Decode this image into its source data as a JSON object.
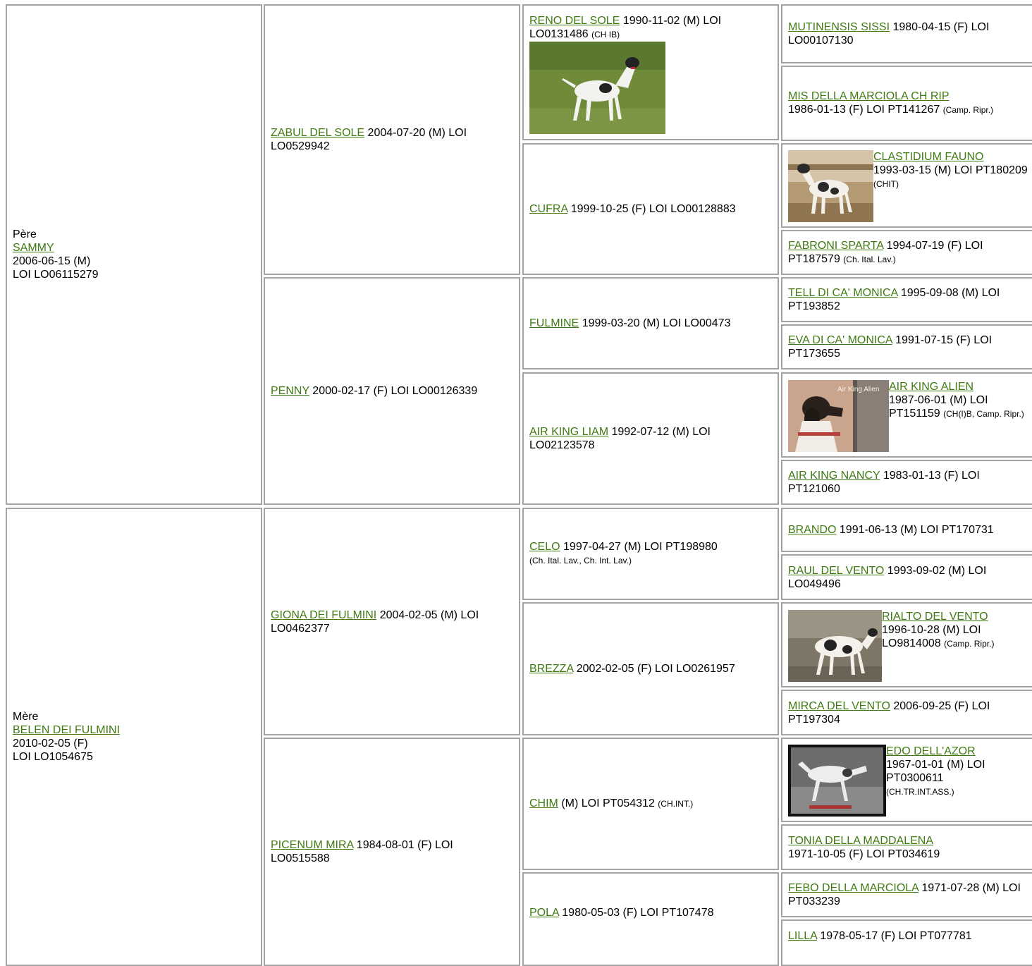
{
  "sire": {
    "role": "Père",
    "name": "SAMMY",
    "date": "2006-06-15 (M)",
    "reg": "LOI LO06115279"
  },
  "dam": {
    "role": "Mère",
    "name": "BELEN DEI FULMINI",
    "date": "2010-02-05 (F)",
    "reg": "LOI LO1054675"
  },
  "gen2": [
    {
      "name": "ZABUL DEL SOLE",
      "info": "2004-07-20 (M) LOI LO0529942"
    },
    {
      "name": "PENNY",
      "info": "2000-02-17 (F) LOI LO00126339"
    },
    {
      "name": "GIONA DEI FULMINI",
      "info": "2004-02-05 (M) LOI LO0462377"
    },
    {
      "name": "PICENUM MIRA",
      "info": "1984-08-01 (F) LOI LO0515588"
    }
  ],
  "gen3": [
    {
      "name": "RENO DEL SOLE",
      "info": "1990-11-02 (M) LOI LO0131486",
      "title": "(CH IB)",
      "photo": "dog-photo"
    },
    {
      "name": "CUFRA",
      "info": "1999-10-25 (F) LOI LO00128883",
      "title": ""
    },
    {
      "name": "FULMINE",
      "info": "1999-03-20 (M) LOI LO00473",
      "title": ""
    },
    {
      "name": "AIR KING LIAM",
      "info": "1992-07-12 (M) LOI LO02123578",
      "title": ""
    },
    {
      "name": "CELO",
      "info": "1997-04-27 (M) LOI PT198980",
      "title": "(Ch. Ital. Lav., Ch. Int. Lav.)"
    },
    {
      "name": "BREZZA",
      "info": "2002-02-05 (F) LOI LO0261957",
      "title": ""
    },
    {
      "name": "CHIM",
      "info": "(M) LOI PT054312",
      "title": "(CH.INT.)"
    },
    {
      "name": "POLA",
      "info": "1980-05-03 (F) LOI PT107478",
      "title": ""
    }
  ],
  "gen4": [
    {
      "name": "MUTINENSIS SISSI",
      "info": "1980-04-15 (F) LOI LO00107130",
      "title": ""
    },
    {
      "name": "MIS DELLA MARCIOLA CH RIP",
      "info": "1986-01-13 (F) LOI PT141267",
      "title": "(Camp. Ripr.)"
    },
    {
      "name": "CLASTIDIUM FAUNO",
      "info": "1993-03-15 (M) LOI PT180209",
      "title": "(CHIT)",
      "photo": "dog-photo"
    },
    {
      "name": "FABRONI SPARTA",
      "info": "1994-07-19 (F) LOI PT187579",
      "title": "(Ch. Ital. Lav.)"
    },
    {
      "name": "TELL DI CA' MONICA",
      "info": "1995-09-08 (M) LOI PT193852",
      "title": ""
    },
    {
      "name": "EVA DI CA' MONICA",
      "info": "1991-07-15 (F) LOI PT173655",
      "title": ""
    },
    {
      "name": "AIR KING ALIEN",
      "info": "1987-06-01 (M) LOI PT151159",
      "title": "(CH(I)B, Camp. Ripr.)",
      "photo": "dog-photo",
      "photo_caption": "Air King Alien"
    },
    {
      "name": "AIR KING NANCY",
      "info": "1983-01-13 (F) LOI PT121060",
      "title": ""
    },
    {
      "name": "BRANDO",
      "info": "1991-06-13 (M) LOI PT170731",
      "title": ""
    },
    {
      "name": "RAUL DEL VENTO",
      "info": "1993-09-02 (M) LOI LO049496",
      "title": ""
    },
    {
      "name": "RIALTO DEL VENTO",
      "info": "1996-10-28 (M) LOI LO9814008",
      "title": "(Camp. Ripr.)",
      "photo": "dog-photo"
    },
    {
      "name": "MIRCA DEL VENTO",
      "info": "2006-09-25 (F) LOI PT197304",
      "title": ""
    },
    {
      "name": "EDO DELL'AZOR",
      "info": "1967-01-01 (M) LOI PT0300611",
      "title": "(CH.TR.INT.ASS.)",
      "photo": "dog-photo"
    },
    {
      "name": "TONIA DELLA MADDALENA",
      "info": "1971-10-05 (F) LOI PT034619",
      "title": ""
    },
    {
      "name": "FEBO DELLA MARCIOLA",
      "info": "1971-07-28 (M) LOI PT033239",
      "title": ""
    },
    {
      "name": "LILLA",
      "info": "1978-05-17 (F) LOI PT077781",
      "title": ""
    }
  ]
}
